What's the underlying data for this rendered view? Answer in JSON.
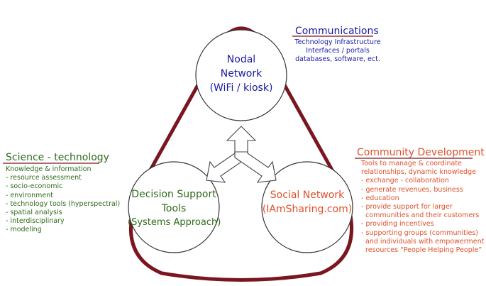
{
  "colors": {
    "frame": "#7a1620",
    "blue": "#1a1aa6",
    "green": "#2e6b1a",
    "orange": "#e0502a"
  },
  "nodes": {
    "nodal": [
      "Nodal",
      "Network",
      "(WiFi / kiosk)"
    ],
    "decision": [
      "Decision Support",
      "Tools",
      "(Systems Approach)"
    ],
    "social": [
      "Social Network",
      "(IAmSharing.com)"
    ]
  },
  "communications": {
    "title": "Communications",
    "lines": [
      "Technology Infrastructure",
      "Interfaces / portals",
      "databases, software, ect."
    ]
  },
  "science": {
    "title": "Science - technology",
    "lines": [
      "Knowledge & information",
      "- resource assessment",
      "- socio-economic",
      "- environment",
      "- technology tools (hyperspectral)",
      "- spatial analysis",
      "- interdisciplinary",
      "- modeling"
    ]
  },
  "community": {
    "title": "Community Development",
    "lines": [
      "Tools to manage & coordinate",
      "relationships, dynamic knowledge",
      "- exchange - collaboration",
      "- generate revenues, business",
      "- education",
      "- provide support for larger",
      "  communities and their customers",
      "- providing incentives",
      "- supporting groups (communities)",
      "  and individuals with empowerment",
      "  resources “People Helping People”"
    ]
  }
}
